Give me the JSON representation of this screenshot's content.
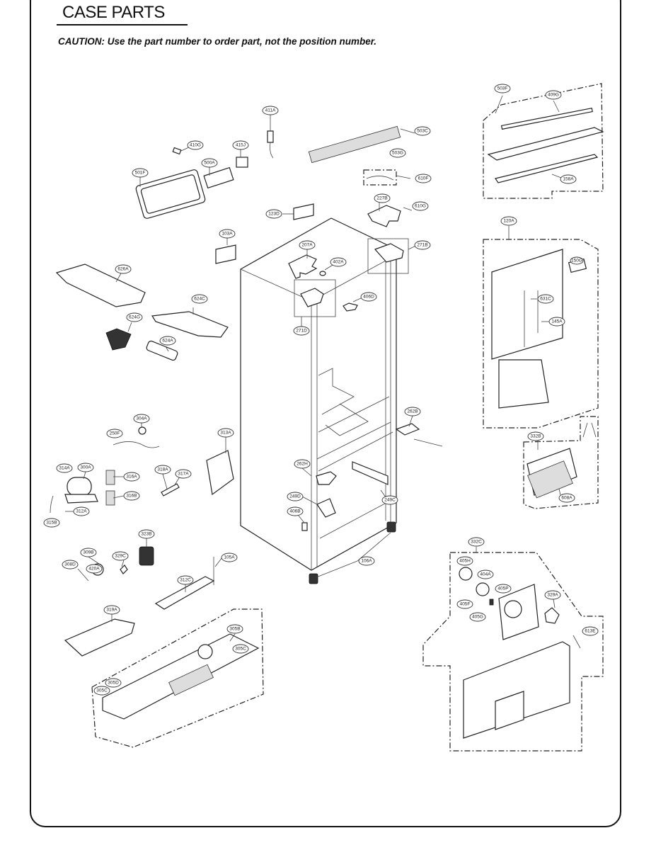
{
  "header": {
    "title": "CASE PARTS",
    "caution": "CAUTION: Use the part number to order part, not the position number."
  },
  "parts": [
    {
      "id": "411A"
    },
    {
      "id": "410G"
    },
    {
      "id": "415J"
    },
    {
      "id": "500A"
    },
    {
      "id": "501F"
    },
    {
      "id": "503C"
    },
    {
      "id": "503G"
    },
    {
      "id": "610F"
    },
    {
      "id": "227B"
    },
    {
      "id": "610G"
    },
    {
      "id": "123D"
    },
    {
      "id": "103A"
    },
    {
      "id": "207A"
    },
    {
      "id": "402A"
    },
    {
      "id": "271B"
    },
    {
      "id": "406D"
    },
    {
      "id": "271D"
    },
    {
      "id": "626A"
    },
    {
      "id": "624C"
    },
    {
      "id": "624G"
    },
    {
      "id": "624A"
    },
    {
      "id": "503F"
    },
    {
      "id": "409G"
    },
    {
      "id": "158A"
    },
    {
      "id": "120A"
    },
    {
      "id": "150G"
    },
    {
      "id": "631C"
    },
    {
      "id": "145A"
    },
    {
      "id": "304A"
    },
    {
      "id": "250F"
    },
    {
      "id": "313A"
    },
    {
      "id": "314A"
    },
    {
      "id": "300A"
    },
    {
      "id": "316A"
    },
    {
      "id": "316B"
    },
    {
      "id": "318A"
    },
    {
      "id": "317A"
    },
    {
      "id": "312A"
    },
    {
      "id": "315B"
    },
    {
      "id": "262B"
    },
    {
      "id": "262H"
    },
    {
      "id": "249D"
    },
    {
      "id": "249C"
    },
    {
      "id": "406B"
    },
    {
      "id": "332B"
    },
    {
      "id": "608A"
    },
    {
      "id": "323B"
    },
    {
      "id": "309B"
    },
    {
      "id": "329C"
    },
    {
      "id": "308D"
    },
    {
      "id": "420A"
    },
    {
      "id": "105A"
    },
    {
      "id": "106A"
    },
    {
      "id": "312C"
    },
    {
      "id": "319A"
    },
    {
      "id": "305B"
    },
    {
      "id": "305C"
    },
    {
      "id": "305D"
    },
    {
      "id": "305E"
    },
    {
      "id": "332C"
    },
    {
      "id": "405H"
    },
    {
      "id": "404A"
    },
    {
      "id": "405P"
    },
    {
      "id": "405F"
    },
    {
      "id": "405G"
    },
    {
      "id": "329A"
    },
    {
      "id": "613E"
    }
  ]
}
